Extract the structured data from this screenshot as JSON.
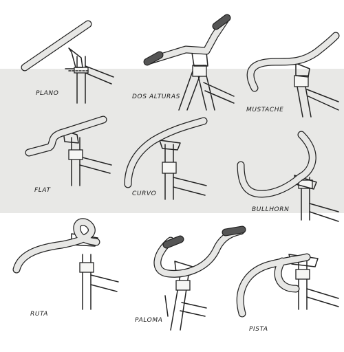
{
  "diagram": {
    "band_color": "#e8e8e6",
    "background_color": "#ffffff",
    "tape_color": "#e7e7e5",
    "grip_color": "#555555",
    "line_color": "#222222",
    "handlebars": [
      {
        "id": "plano",
        "label": "PLANO"
      },
      {
        "id": "dos-alturas",
        "label": "DOS ALTURAS"
      },
      {
        "id": "mustache",
        "label": "MUSTACHE"
      },
      {
        "id": "flat",
        "label": "FLAT"
      },
      {
        "id": "curvo",
        "label": "CURVO"
      },
      {
        "id": "bullhorn",
        "label": "BULLHORN"
      },
      {
        "id": "ruta",
        "label": "RUTA"
      },
      {
        "id": "paloma",
        "label": "PALOMA"
      },
      {
        "id": "pista",
        "label": "PISTA"
      }
    ]
  }
}
